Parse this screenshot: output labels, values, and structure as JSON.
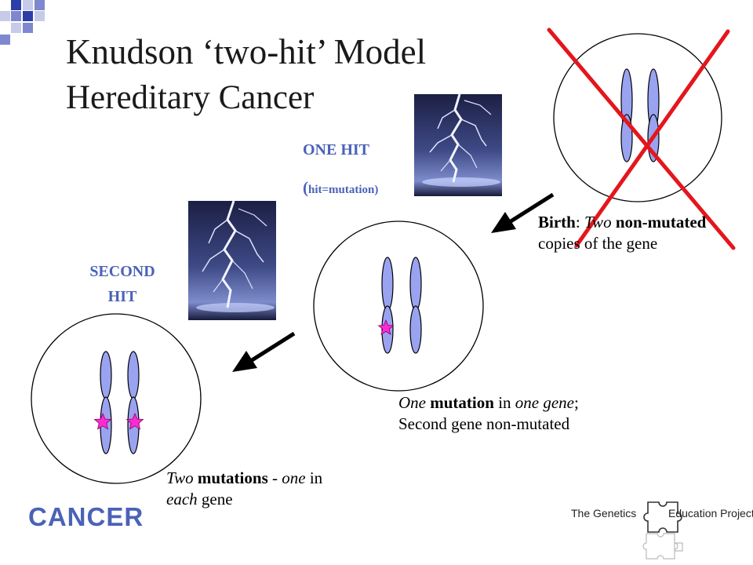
{
  "title": {
    "line1": "Knudson ‘two-hit’ Model",
    "line2": "Hereditary Cancer"
  },
  "one_hit": {
    "label": "ONE HIT",
    "paren_open": "(",
    "sublabel": "hit=mutation)"
  },
  "second_hit": {
    "line1": "SECOND",
    "line2": "HIT"
  },
  "birth_caption": {
    "bold1": "Birth",
    "t1": ": ",
    "italic1": "Two",
    "t2": " ",
    "bold2": "non-mutated",
    "line2": "copies of the gene"
  },
  "one_mutation_caption": {
    "italic1": "One",
    "t1": " ",
    "bold1": "mutation",
    "t2": " in ",
    "italic2": "one gene",
    "t3": ";",
    "line2": "Second gene non-mutated"
  },
  "two_mutation_caption": {
    "italic1": "Two",
    "t1": " ",
    "bold1": "mutations",
    "t2": " - ",
    "italic2": "one",
    "t3": " in",
    "italic3": "each",
    "t4": " gene"
  },
  "cancer_label": "CANCER",
  "logo": {
    "left": "The Genetics",
    "right": "Education Project"
  },
  "colors": {
    "accent": "#4a62b8",
    "chromosome": "#9aa3f0",
    "cross": "#e4161c",
    "star": "#ff2ad4"
  },
  "icons": {
    "hit": "lightning-icon",
    "mutation": "star-icon",
    "progression": "arrow-icon",
    "logo": "puzzle-icon"
  }
}
